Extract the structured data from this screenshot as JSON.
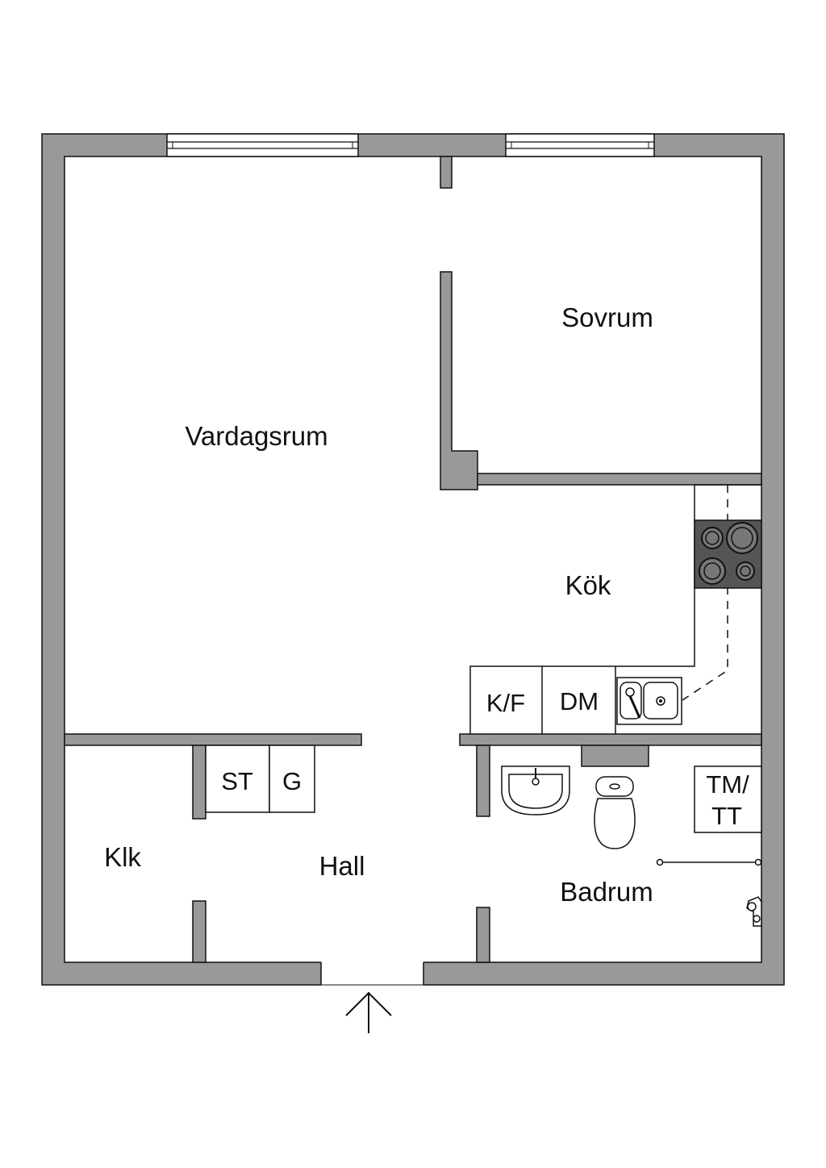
{
  "rooms": {
    "vardagsrum": "Vardagsrum",
    "sovrum": "Sovrum",
    "kok": "Kök",
    "klk": "Klk",
    "hall": "Hall",
    "badrum": "Badrum"
  },
  "appliances": {
    "kf": "K/F",
    "dm": "DM",
    "st": "ST",
    "g": "G",
    "tm_line1": "TM/",
    "tm_line2": "TT"
  },
  "colors": {
    "wall_fill": "#999999",
    "stove_fill": "#555555",
    "line": "#111111"
  },
  "icons": {
    "entrance": "entrance-arrow-icon",
    "stove": "stove-icon",
    "sink": "sink-icon",
    "washbasin": "washbasin-icon",
    "toilet": "toilet-icon",
    "shower": "shower-icon"
  }
}
